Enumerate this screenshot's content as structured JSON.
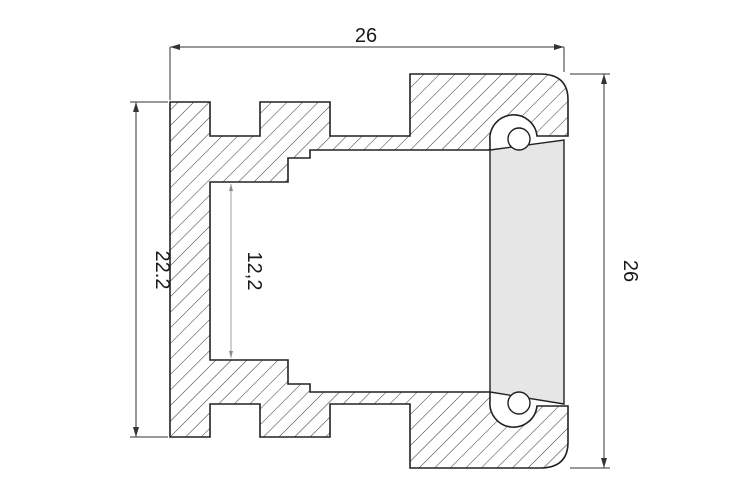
{
  "dimensions": {
    "top_width": "26",
    "right_height": "26",
    "left_height": "22.2",
    "inner_height": "12,2"
  },
  "colors": {
    "outline": "#222222",
    "hatch": "#333333",
    "insert_fill": "#e6e6e6",
    "dimension_line": "#333333"
  }
}
